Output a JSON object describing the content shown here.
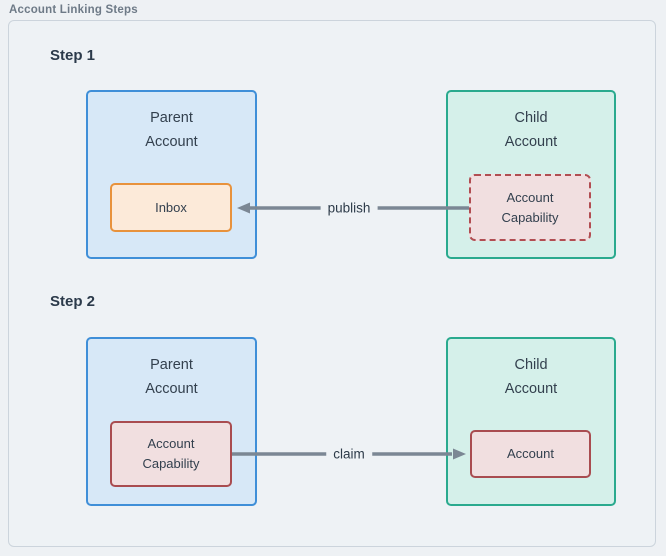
{
  "title": "Account Linking Steps",
  "colors": {
    "page_background": "#eef1f4",
    "card_background": "#eef2f5",
    "card_border": "#ccd4dc",
    "parent_fill": "#d7e8f7",
    "parent_border": "#3f8fd8",
    "child_fill": "#d5f0ea",
    "child_border": "#2aaa8e",
    "inbox_fill": "#fcead9",
    "inbox_border": "#e8923c",
    "capability_fill": "#f1dfe0",
    "capability_border": "#a94c50",
    "arrow": "#7b8794",
    "text": "#33404e",
    "title_text": "#6e7a87"
  },
  "steps": [
    {
      "label": "Step 1",
      "parent_account": {
        "title": "Parent\nAccount",
        "inner_box": {
          "label": "Inbox",
          "border_style": "solid"
        }
      },
      "child_account": {
        "title": "Child\nAccount",
        "inner_box": {
          "label": "Account\nCapability",
          "border_style": "dashed"
        }
      },
      "arrow": {
        "label": "publish",
        "direction": "right-to-left"
      }
    },
    {
      "label": "Step 2",
      "parent_account": {
        "title": "Parent\nAccount",
        "inner_box": {
          "label": "Account\nCapability",
          "border_style": "solid"
        }
      },
      "child_account": {
        "title": "Child\nAccount",
        "inner_box": {
          "label": "Account",
          "border_style": "solid"
        }
      },
      "arrow": {
        "label": "claim",
        "direction": "left-to-right"
      }
    }
  ]
}
